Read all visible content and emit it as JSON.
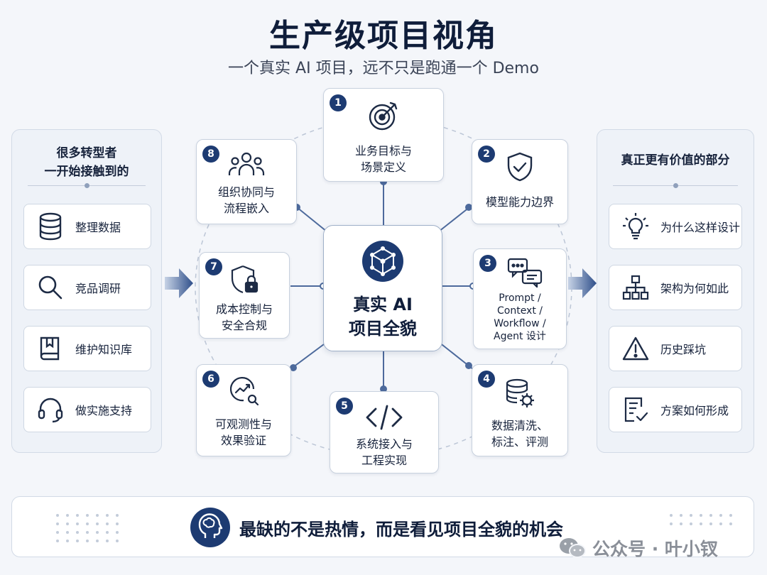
{
  "title": "生产级项目视角",
  "subtitle": "一个真实 AI 项目，远不只是跑通一个 Demo",
  "left_panel": {
    "title": "很多转型者\n一开始接触到的",
    "items": [
      {
        "label": "整理数据",
        "icon": "database-icon"
      },
      {
        "label": "竞品调研",
        "icon": "search-icon"
      },
      {
        "label": "维护知识库",
        "icon": "book-icon"
      },
      {
        "label": "做实施支持",
        "icon": "headset-icon"
      }
    ]
  },
  "right_panel": {
    "title": "真正更有价值的部分",
    "items": [
      {
        "label": "为什么这样设计",
        "icon": "lightbulb-icon"
      },
      {
        "label": "架构为何如此",
        "icon": "hierarchy-icon"
      },
      {
        "label": "历史踩坑",
        "icon": "warning-icon"
      },
      {
        "label": "方案如何形成",
        "icon": "document-check-icon"
      }
    ]
  },
  "center": {
    "label": "真实 AI\n项目全貌",
    "icon": "network-cube-icon"
  },
  "nodes": [
    {
      "number": "1",
      "label": "业务目标与\n场景定义",
      "icon": "target-icon"
    },
    {
      "number": "2",
      "label": "模型能力边界",
      "icon": "shield-check-icon"
    },
    {
      "number": "3",
      "label": "Prompt /\nContext /\nWorkflow /\nAgent 设计",
      "icon": "chat-bubbles-icon"
    },
    {
      "number": "4",
      "label": "数据清洗、\n标注、评测",
      "icon": "database-gear-icon"
    },
    {
      "number": "5",
      "label": "系统接入与\n工程实现",
      "icon": "code-icon"
    },
    {
      "number": "6",
      "label": "可观测性与\n效果验证",
      "icon": "chart-magnifier-icon"
    },
    {
      "number": "7",
      "label": "成本控制与\n安全合规",
      "icon": "shield-lock-icon"
    },
    {
      "number": "8",
      "label": "组织协同与\n流程嵌入",
      "icon": "team-icon"
    }
  ],
  "footer": {
    "label": "最缺的不是热情，而是看见项目全貌的机会",
    "icon": "head-brain-icon"
  },
  "watermark": "公众号 · 叶小钗",
  "colors": {
    "primary": "#1d3b72",
    "background": "#f4f6fa",
    "panel": "#eef2f8",
    "arrow": "#2f4f8a"
  }
}
